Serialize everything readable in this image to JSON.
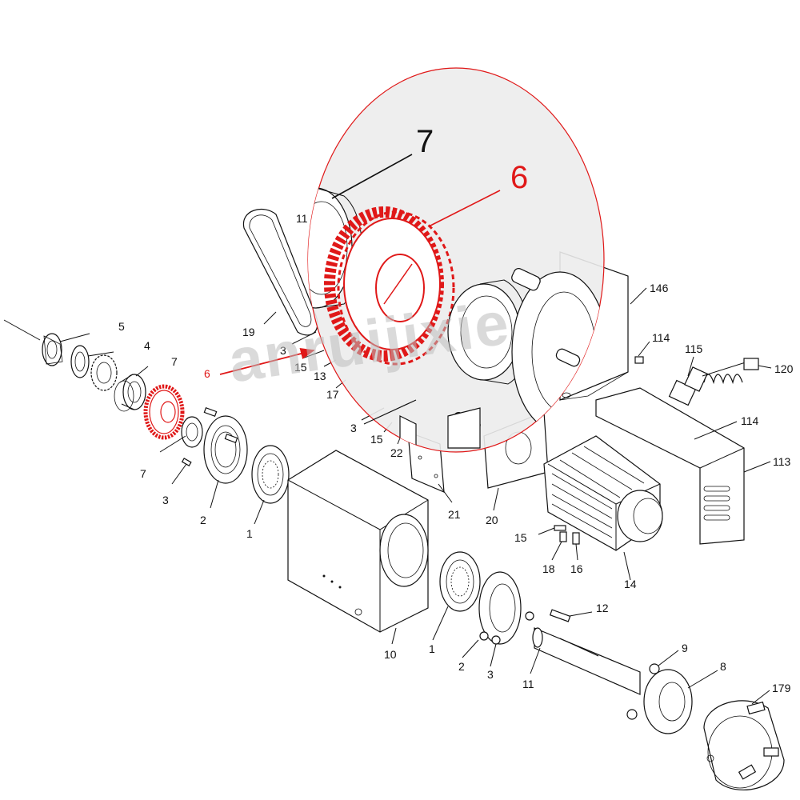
{
  "watermark": "anruijixie",
  "highlight_color": "#e01818",
  "inset": {
    "label_main": "7",
    "label_highlight": "6",
    "label_small": "11"
  },
  "callouts": {
    "c5": "5",
    "c4": "4",
    "c7a": "7",
    "c6": "6",
    "c7b": "7",
    "c3a": "3",
    "c2a": "2",
    "c1a": "1",
    "c19": "19",
    "c3b": "3",
    "c15a": "15",
    "c13": "13",
    "c17": "17",
    "c3c": "3",
    "c15b": "15",
    "c22": "22",
    "c21": "21",
    "c20": "20",
    "c146": "146",
    "c114a": "114",
    "c115": "115",
    "c120": "120",
    "c114b": "114",
    "c113": "113",
    "c15c": "15",
    "c18": "18",
    "c16": "16",
    "c14": "14",
    "c10": "10",
    "c1b": "1",
    "c2b": "2",
    "c3d": "3",
    "c12": "12",
    "c11": "11",
    "c9": "9",
    "c8": "8",
    "c179": "179"
  }
}
